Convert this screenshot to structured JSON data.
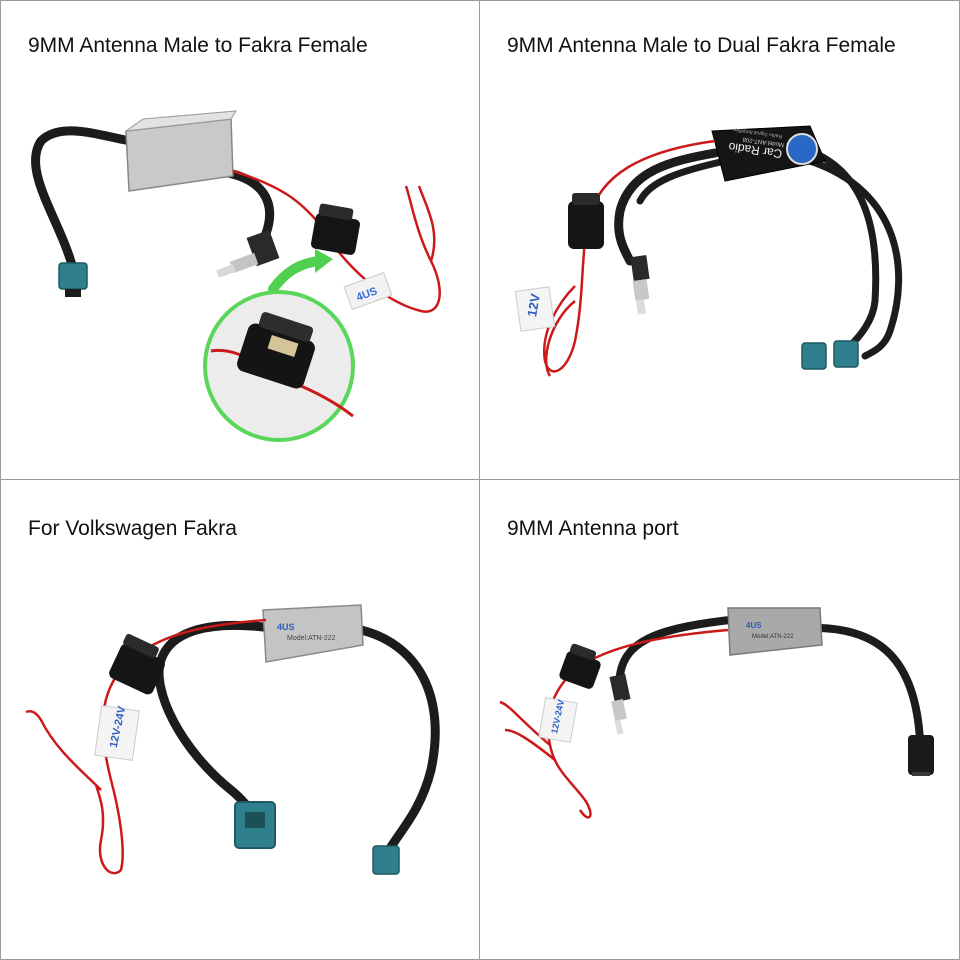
{
  "panels": [
    {
      "caption": "9MM Antenna Male to Fakra Female",
      "sticker": "4US"
    },
    {
      "caption": "9MM Antenna Male to Dual Fakra Female",
      "device_title": "Car Radio",
      "device_subtitle": "Model:ANT-208",
      "device_sub2": "Radio Signal Amplifier",
      "sticker": "12V"
    },
    {
      "caption": "For Volkswagen Fakra",
      "device_title": "4US",
      "device_subtitle": "Model:ATN-222",
      "sticker": "12V-24V"
    },
    {
      "caption": "9MM Antenna port",
      "device_title": "4US",
      "device_subtitle": "Model:ATN-222",
      "sticker": "12V-24V"
    }
  ],
  "colors": {
    "cable": "#1c1c1c",
    "red_wire": "#cc1a1a",
    "fakra": "#2f7f8c",
    "metal": "#bdbdbd",
    "highlight_ring": "#5ad65a"
  }
}
